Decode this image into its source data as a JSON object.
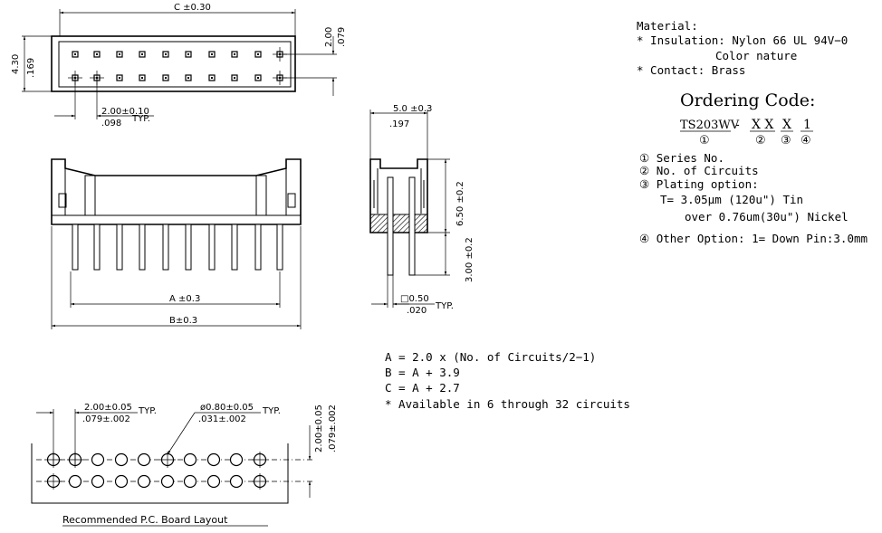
{
  "top_view": {
    "dim_c": "C ±0.30",
    "dim_height_mm": "4.30",
    "dim_height_in": ".169",
    "dim_row_mm": "2.00",
    "dim_row_in": ".079",
    "dim_pitch_mm": "2.00±0.10",
    "dim_pitch_in": ".098",
    "typ": "TYP."
  },
  "front_view": {
    "dim_a": "A ±0.3",
    "dim_b": "B±0.3"
  },
  "side_view": {
    "dim_width_mm": "5.0 ±0.3",
    "dim_width_in": ".197",
    "dim_body_height": "6.50 ±0.2",
    "dim_pin_length": "3.00 ±0.2",
    "dim_pin_mm": "□0.50",
    "dim_pin_in": ".020",
    "typ": "TYP."
  },
  "formulas": [
    "A  =  2.0  x  (No.  of  Circuits/2−1)",
    "B  =  A  +  3.9",
    "C  =  A  +  2.7",
    "*  Available  in  6  through  32  circuits"
  ],
  "pcb_layout": {
    "dim_pitch_mm": "2.00±0.05",
    "dim_pitch_in": ".079±.002",
    "dim_hole_mm": "ø0.80±0.05",
    "dim_hole_in": ".031±.002",
    "dim_row_mm": "2.00±0.05",
    "dim_row_in": ".079±.002",
    "typ": "TYP.",
    "caption": "Recommended  P.C.  Board  Layout"
  },
  "material": {
    "heading": "Material:",
    "insulation": "*  Insulation:  Nylon  66  UL  94V−0",
    "color": "Color  nature",
    "contact": "*  Contact:  Brass"
  },
  "ordering": {
    "title": "Ordering  Code:",
    "code_series": "TS203WV",
    "code_dash": "-",
    "code_circuits": "X X",
    "code_plating": "X",
    "code_other": "1",
    "num1": "①",
    "num2": "②",
    "num3": "③",
    "num4": "④",
    "legend": [
      "① Series  No.",
      "② No.  of  Circuits",
      "③ Plating  option:"
    ],
    "plating_1": "T=  3.05μm  (120u\")  Tin",
    "plating_2": "over  0.76um(30u\")  Nickel",
    "other_option": "④ Other  Option:  1=  Down  Pin:3.0mm"
  }
}
